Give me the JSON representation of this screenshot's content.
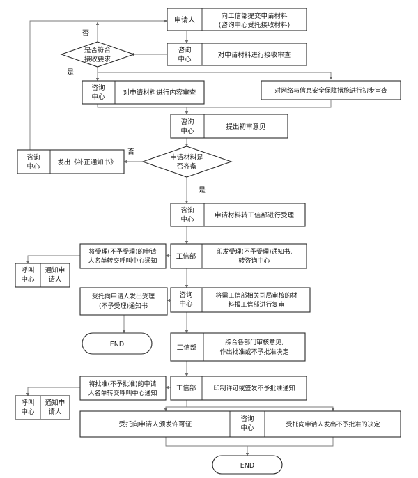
{
  "nodes": {
    "applicant": "申请人",
    "submit_1": "向工信部提交申请材料",
    "submit_2": "(咨询中心受托接收材料)",
    "consult_1": "咨询",
    "consult_2": "中心",
    "receive_review": "对申请材料进行接收审查",
    "meets_1": "是否符合",
    "meets_2": "接收要求",
    "content_review": "对申请材料进行内容审查",
    "security_review": "对网络与信息安全保障措施进行初步审查",
    "prelim_opinion": "提出初审意见",
    "supplement_notice": "发出《补正通知书》",
    "complete_1": "申请材料是",
    "complete_2": "否齐备",
    "transfer_miit": "申请材料转工信部进行受理",
    "miit": "工信部",
    "list_callcenter_1_a": "将受理(不予受理)的申请",
    "list_callcenter_1_b": "人名单转交呼叫中心通知",
    "acceptance_notice_a": "印发受理(不予受理)通知书,",
    "acceptance_notice_b": "转咨询中心",
    "call_1": "呼叫",
    "call_2": "中心",
    "notify_1": "通知申",
    "notify_2": "请人",
    "send_acceptance_a": "受托向申请人发出受理",
    "send_acceptance_b": "(不予受理)通知书",
    "forward_bureau_a": "将需工信部相关司局审核的材",
    "forward_bureau_b": "料报工信部进行复审",
    "end": "END",
    "decision_a": "综合各部门审核意见,",
    "decision_b": "作出批准或不予批准决定",
    "list_callcenter_2_a": "将批准(不予批准)的申请",
    "list_callcenter_2_b": "人名单转交呼叫中心通知",
    "issue_notice": "印制许可或签发不予批准通知",
    "issue_license": "受托向申请人颁发许可证",
    "deny_decision": "受托向申请人发出不予批准的决定"
  },
  "labels": {
    "no": "否",
    "yes": "是"
  }
}
